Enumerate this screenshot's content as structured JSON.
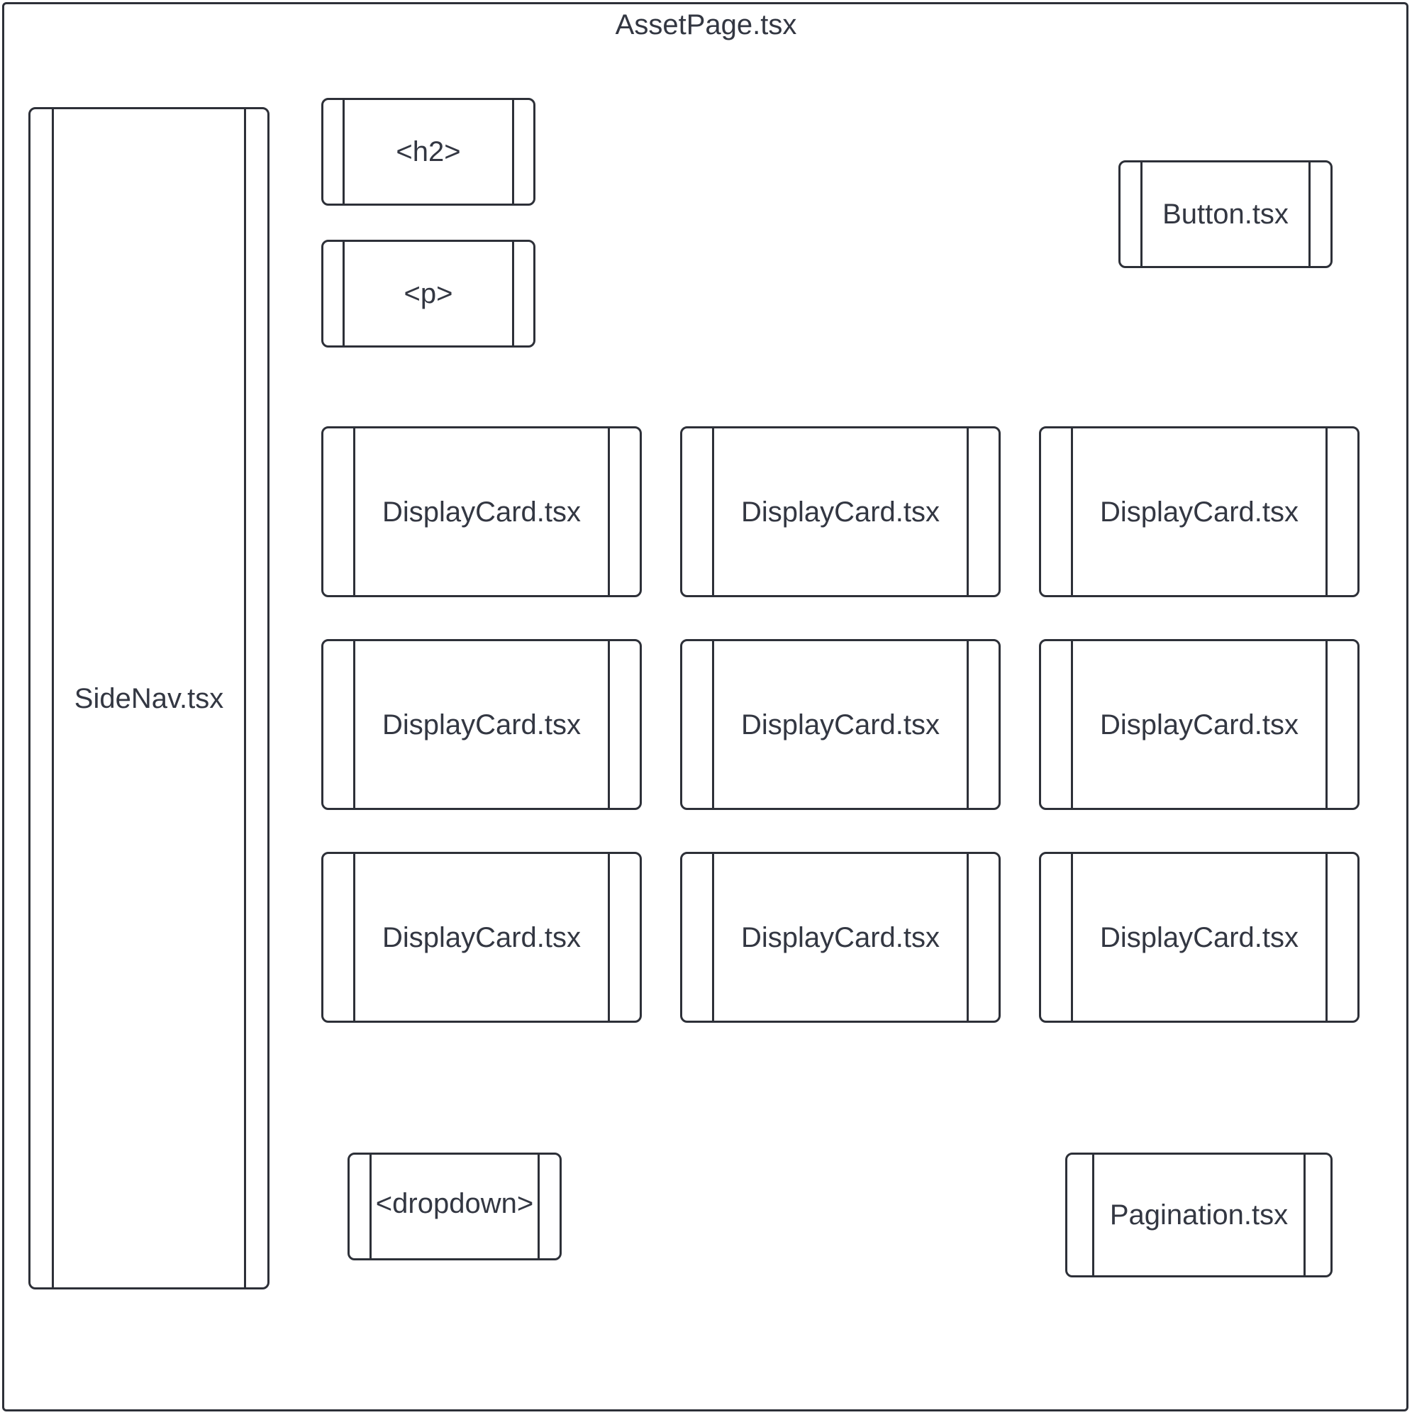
{
  "diagram": {
    "container": {
      "label": "AssetPage.tsx"
    },
    "sidenav": {
      "label": "SideNav.tsx"
    },
    "heading": {
      "label": "<h2>"
    },
    "paragraph": {
      "label": "<p>"
    },
    "button": {
      "label": "Button.tsx"
    },
    "cards": [
      {
        "label": "DisplayCard.tsx"
      },
      {
        "label": "DisplayCard.tsx"
      },
      {
        "label": "DisplayCard.tsx"
      },
      {
        "label": "DisplayCard.tsx"
      },
      {
        "label": "DisplayCard.tsx"
      },
      {
        "label": "DisplayCard.tsx"
      },
      {
        "label": "DisplayCard.tsx"
      },
      {
        "label": "DisplayCard.tsx"
      },
      {
        "label": "DisplayCard.tsx"
      }
    ],
    "dropdown": {
      "label": "<dropdown>"
    },
    "pagination": {
      "label": "Pagination.tsx"
    }
  }
}
